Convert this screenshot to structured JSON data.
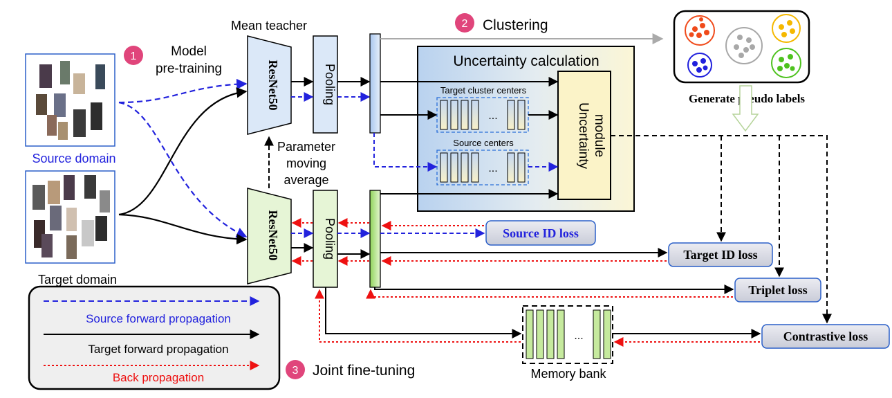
{
  "steps": {
    "step1": {
      "num": "1",
      "label_line1": "Model",
      "label_line2": "pre-training"
    },
    "step2": {
      "num": "2",
      "label": "Clustering"
    },
    "step3": {
      "num": "3",
      "label": "Joint fine-tuning"
    }
  },
  "domains": {
    "source": "Source domain",
    "target": "Target domain"
  },
  "mean_teacher": {
    "title": "Mean teacher",
    "backbone": "ResNet50",
    "pooling": "Pooling"
  },
  "student": {
    "backbone": "ResNet50",
    "pooling": "Pooling"
  },
  "parameter_update": {
    "line1": "Parameter",
    "line2": "moving",
    "line3": "average"
  },
  "uncertainty": {
    "title": "Uncertainty calculation",
    "target_centers": "Target cluster centers",
    "source_centers": "Source centers",
    "module_line1": "Uncertainty",
    "module_line2": "module",
    "ellipsis": "..."
  },
  "pseudo_labels": "Generate pseudo labels",
  "losses": {
    "source_id": "Source ID loss",
    "target_id": "Target ID loss",
    "triplet": "Triplet loss",
    "contrastive": "Contrastive loss"
  },
  "memory_bank": {
    "label": "Memory bank",
    "ellipsis": "..."
  },
  "legend": {
    "source_forward": "Source forward propagation",
    "target_forward": "Target forward propagation",
    "back": "Back propagation"
  },
  "colors": {
    "source": "#2222dd",
    "target": "#000000",
    "back": "#ee1111",
    "step_badge": "#e0457b",
    "teacher_fill": "#dbe8f8",
    "student_fill": "#e6f5d6",
    "loss_fill": "#d6d8e0",
    "cluster_red": "#f04a1a",
    "cluster_gray": "#a8a8a8",
    "cluster_yellow": "#f5b800",
    "cluster_green": "#4ec21e",
    "cluster_blue": "#2020dd"
  }
}
